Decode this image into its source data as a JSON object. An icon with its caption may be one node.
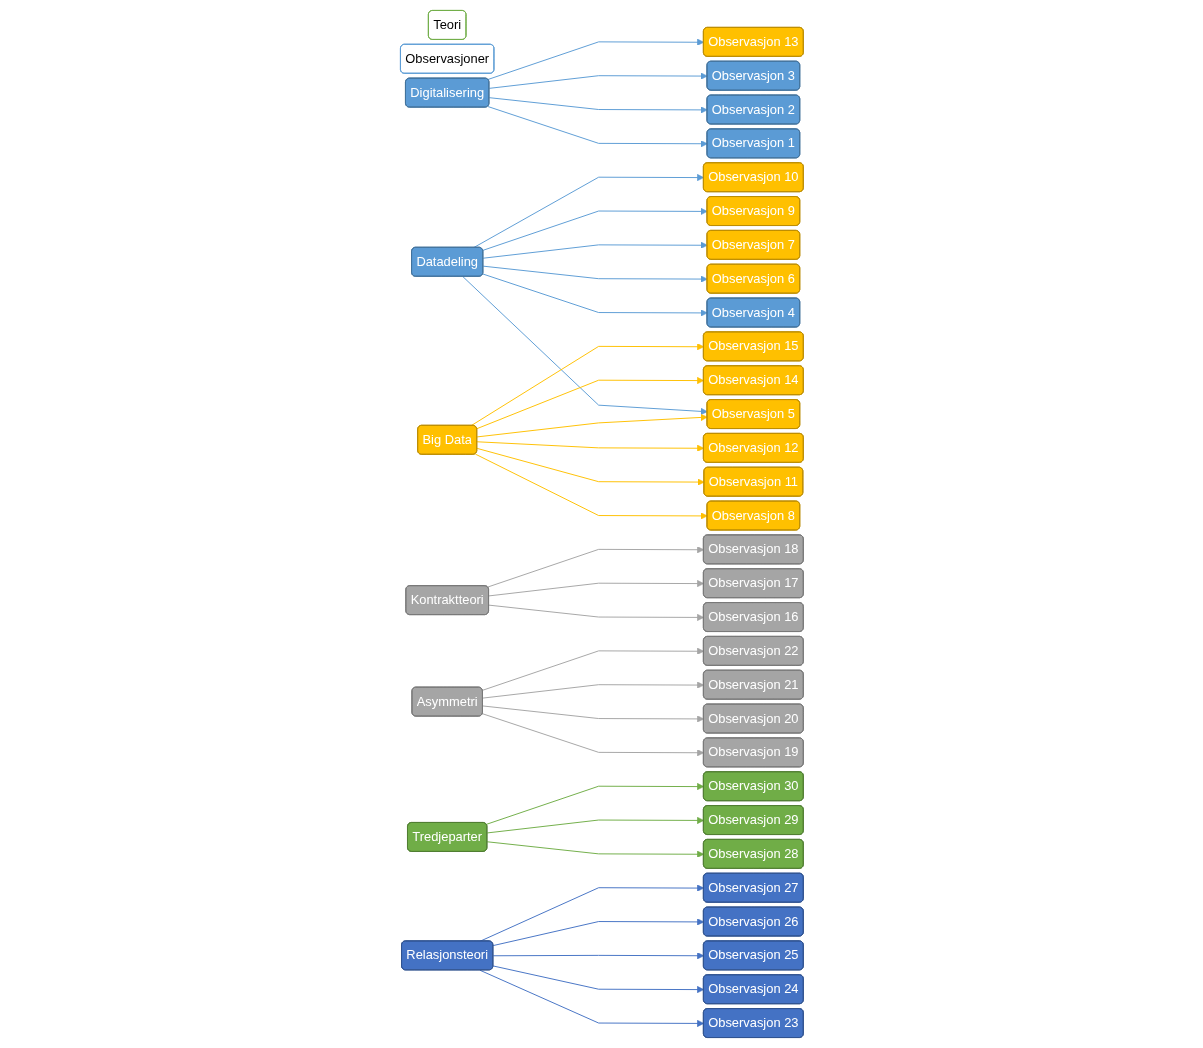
{
  "diagram": {
    "nodes": [
      {
        "text": [
          "Teori"
        ]
      },
      {
        "text": [
          "Observasjoner"
        ]
      },
      {
        "text": [
          "Digitalisering"
        ]
      },
      {
        "text": [
          "Datadeling"
        ]
      },
      {
        "text": [
          "Big Data"
        ]
      },
      {
        "text": [
          "Kontraktteori"
        ]
      },
      {
        "text": [
          "Asymmetri"
        ]
      },
      {
        "text": [
          "Tredjeparter"
        ]
      },
      {
        "text": [
          "Relasjonsteori"
        ]
      },
      {
        "text": [
          "Observasjon 1"
        ]
      },
      {
        "text": [
          "Observasjon 2"
        ]
      },
      {
        "text": [
          "Observasjon 3"
        ]
      },
      {
        "text": [
          "Observasjon 4"
        ]
      },
      {
        "text": [
          "Observasjon 5"
        ]
      },
      {
        "text": [
          "Observasjon 6"
        ]
      },
      {
        "text": [
          "Observasjon 7"
        ]
      },
      {
        "text": [
          "Observasjon 8"
        ]
      },
      {
        "text": [
          "Observasjon 9"
        ]
      },
      {
        "text": [
          "Observasjon 10"
        ]
      },
      {
        "text": [
          "Observasjon 11"
        ]
      },
      {
        "text": [
          "Observasjon 12"
        ]
      },
      {
        "text": [
          "Observasjon 13"
        ]
      },
      {
        "text": [
          "Observasjon 14"
        ]
      },
      {
        "text": [
          "Observasjon 15"
        ]
      },
      {
        "text": [
          "Observasjon 16"
        ]
      },
      {
        "text": [
          "Observasjon 17"
        ]
      },
      {
        "text": [
          "Observasjon 18"
        ]
      },
      {
        "text": [
          "Observasjon 19"
        ]
      },
      {
        "text": [
          "Observasjon 20"
        ]
      },
      {
        "text": [
          "Observasjon 21"
        ]
      },
      {
        "text": [
          "Observasjon 22"
        ]
      },
      {
        "text": [
          "Observasjon 23"
        ]
      },
      {
        "text": [
          "Observasjon 24"
        ]
      },
      {
        "text": [
          "Observasjon 25"
        ]
      },
      {
        "text": [
          "Observasjon 26"
        ]
      },
      {
        "text": [
          "Observasjon 27"
        ]
      },
      {
        "text": [
          "Observasjon 28"
        ]
      },
      {
        "text": [
          "Observasjon 29"
        ]
      },
      {
        "text": [
          "Observasjon 30"
        ]
      }
    ],
    "edges": [
      {
        "from": 2,
        "to": 9,
        "arrow": "to"
      },
      {
        "from": 2,
        "to": 10,
        "arrow": "to"
      },
      {
        "from": 2,
        "to": 11,
        "arrow": "to"
      },
      {
        "from": 2,
        "to": 21,
        "arrow": "to"
      },
      {
        "from": 3,
        "to": 12,
        "arrow": "to"
      },
      {
        "from": 3,
        "to": 13,
        "arrow": "to"
      },
      {
        "from": 3,
        "to": 14,
        "arrow": "to"
      },
      {
        "from": 3,
        "to": 15,
        "arrow": "to"
      },
      {
        "from": 3,
        "to": 17,
        "arrow": "to"
      },
      {
        "from": 3,
        "to": 18,
        "arrow": "to"
      },
      {
        "from": 4,
        "to": 13,
        "arrow": "to",
        "color": "#ffc000"
      },
      {
        "from": 4,
        "to": 16,
        "arrow": "to",
        "color": "#ffc000"
      },
      {
        "from": 4,
        "to": 19,
        "arrow": "to",
        "color": "#ffc000"
      },
      {
        "from": 4,
        "to": 20,
        "arrow": "to",
        "color": "#ffc000"
      },
      {
        "from": 4,
        "to": 22,
        "arrow": "to",
        "color": "#ffc000"
      },
      {
        "from": 4,
        "to": 23,
        "arrow": "to",
        "color": "#ffc000"
      },
      {
        "from": 5,
        "to": 24,
        "arrow": "to",
        "color": "#a5a5a5"
      },
      {
        "from": 5,
        "to": 25,
        "arrow": "to",
        "color": "#a5a5a5"
      },
      {
        "from": 5,
        "to": 26,
        "arrow": "to",
        "color": "#a5a5a5"
      },
      {
        "from": 6,
        "to": 27,
        "arrow": "to",
        "color": "#a5a5a5"
      },
      {
        "from": 6,
        "to": 28,
        "arrow": "to",
        "color": "#a5a5a5"
      },
      {
        "from": 6,
        "to": 29,
        "arrow": "to",
        "color": "#a5a5a5"
      },
      {
        "from": 6,
        "to": 30,
        "arrow": "to",
        "color": "#a5a5a5"
      },
      {
        "from": 7,
        "to": 36,
        "arrow": "to",
        "color": "#70ad47"
      },
      {
        "from": 7,
        "to": 37,
        "arrow": "to",
        "color": "#70ad47"
      },
      {
        "from": 7,
        "to": 38,
        "arrow": "to",
        "color": "#70ad47"
      },
      {
        "from": 8,
        "to": 31,
        "arrow": "to",
        "color": "#4472c4"
      },
      {
        "from": 8,
        "to": 32,
        "arrow": "to",
        "color": "#4472c4"
      },
      {
        "from": 8,
        "to": 33,
        "arrow": "to",
        "color": "#4472c4"
      },
      {
        "from": 8,
        "to": 34,
        "arrow": "to",
        "color": "#4472c4"
      },
      {
        "from": 8,
        "to": 35,
        "arrow": "to",
        "color": "#4472c4"
      }
    ]
  }
}
